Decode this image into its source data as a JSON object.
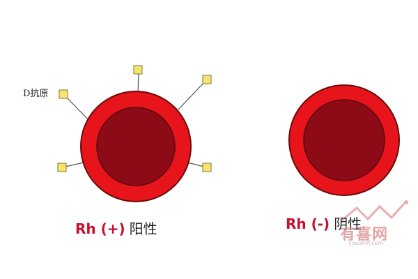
{
  "antigen_label": "D抗原",
  "cells": [
    {
      "rh": "Rh (+)",
      "type": "阳性",
      "has_antigens": true
    },
    {
      "rh": "Rh (-)",
      "type": "阴性",
      "has_antigens": false
    }
  ],
  "watermark": {
    "text": "有喜网",
    "url": "youxiiyf.com"
  },
  "colors": {
    "outer_ring": "#e8141b",
    "ring_edge": "#6b0a0a",
    "inner_core": "#8c0b16",
    "antigen_fill": "#f5e56b",
    "antigen_stroke": "#7a7a40",
    "label_red": "#c8102e"
  }
}
